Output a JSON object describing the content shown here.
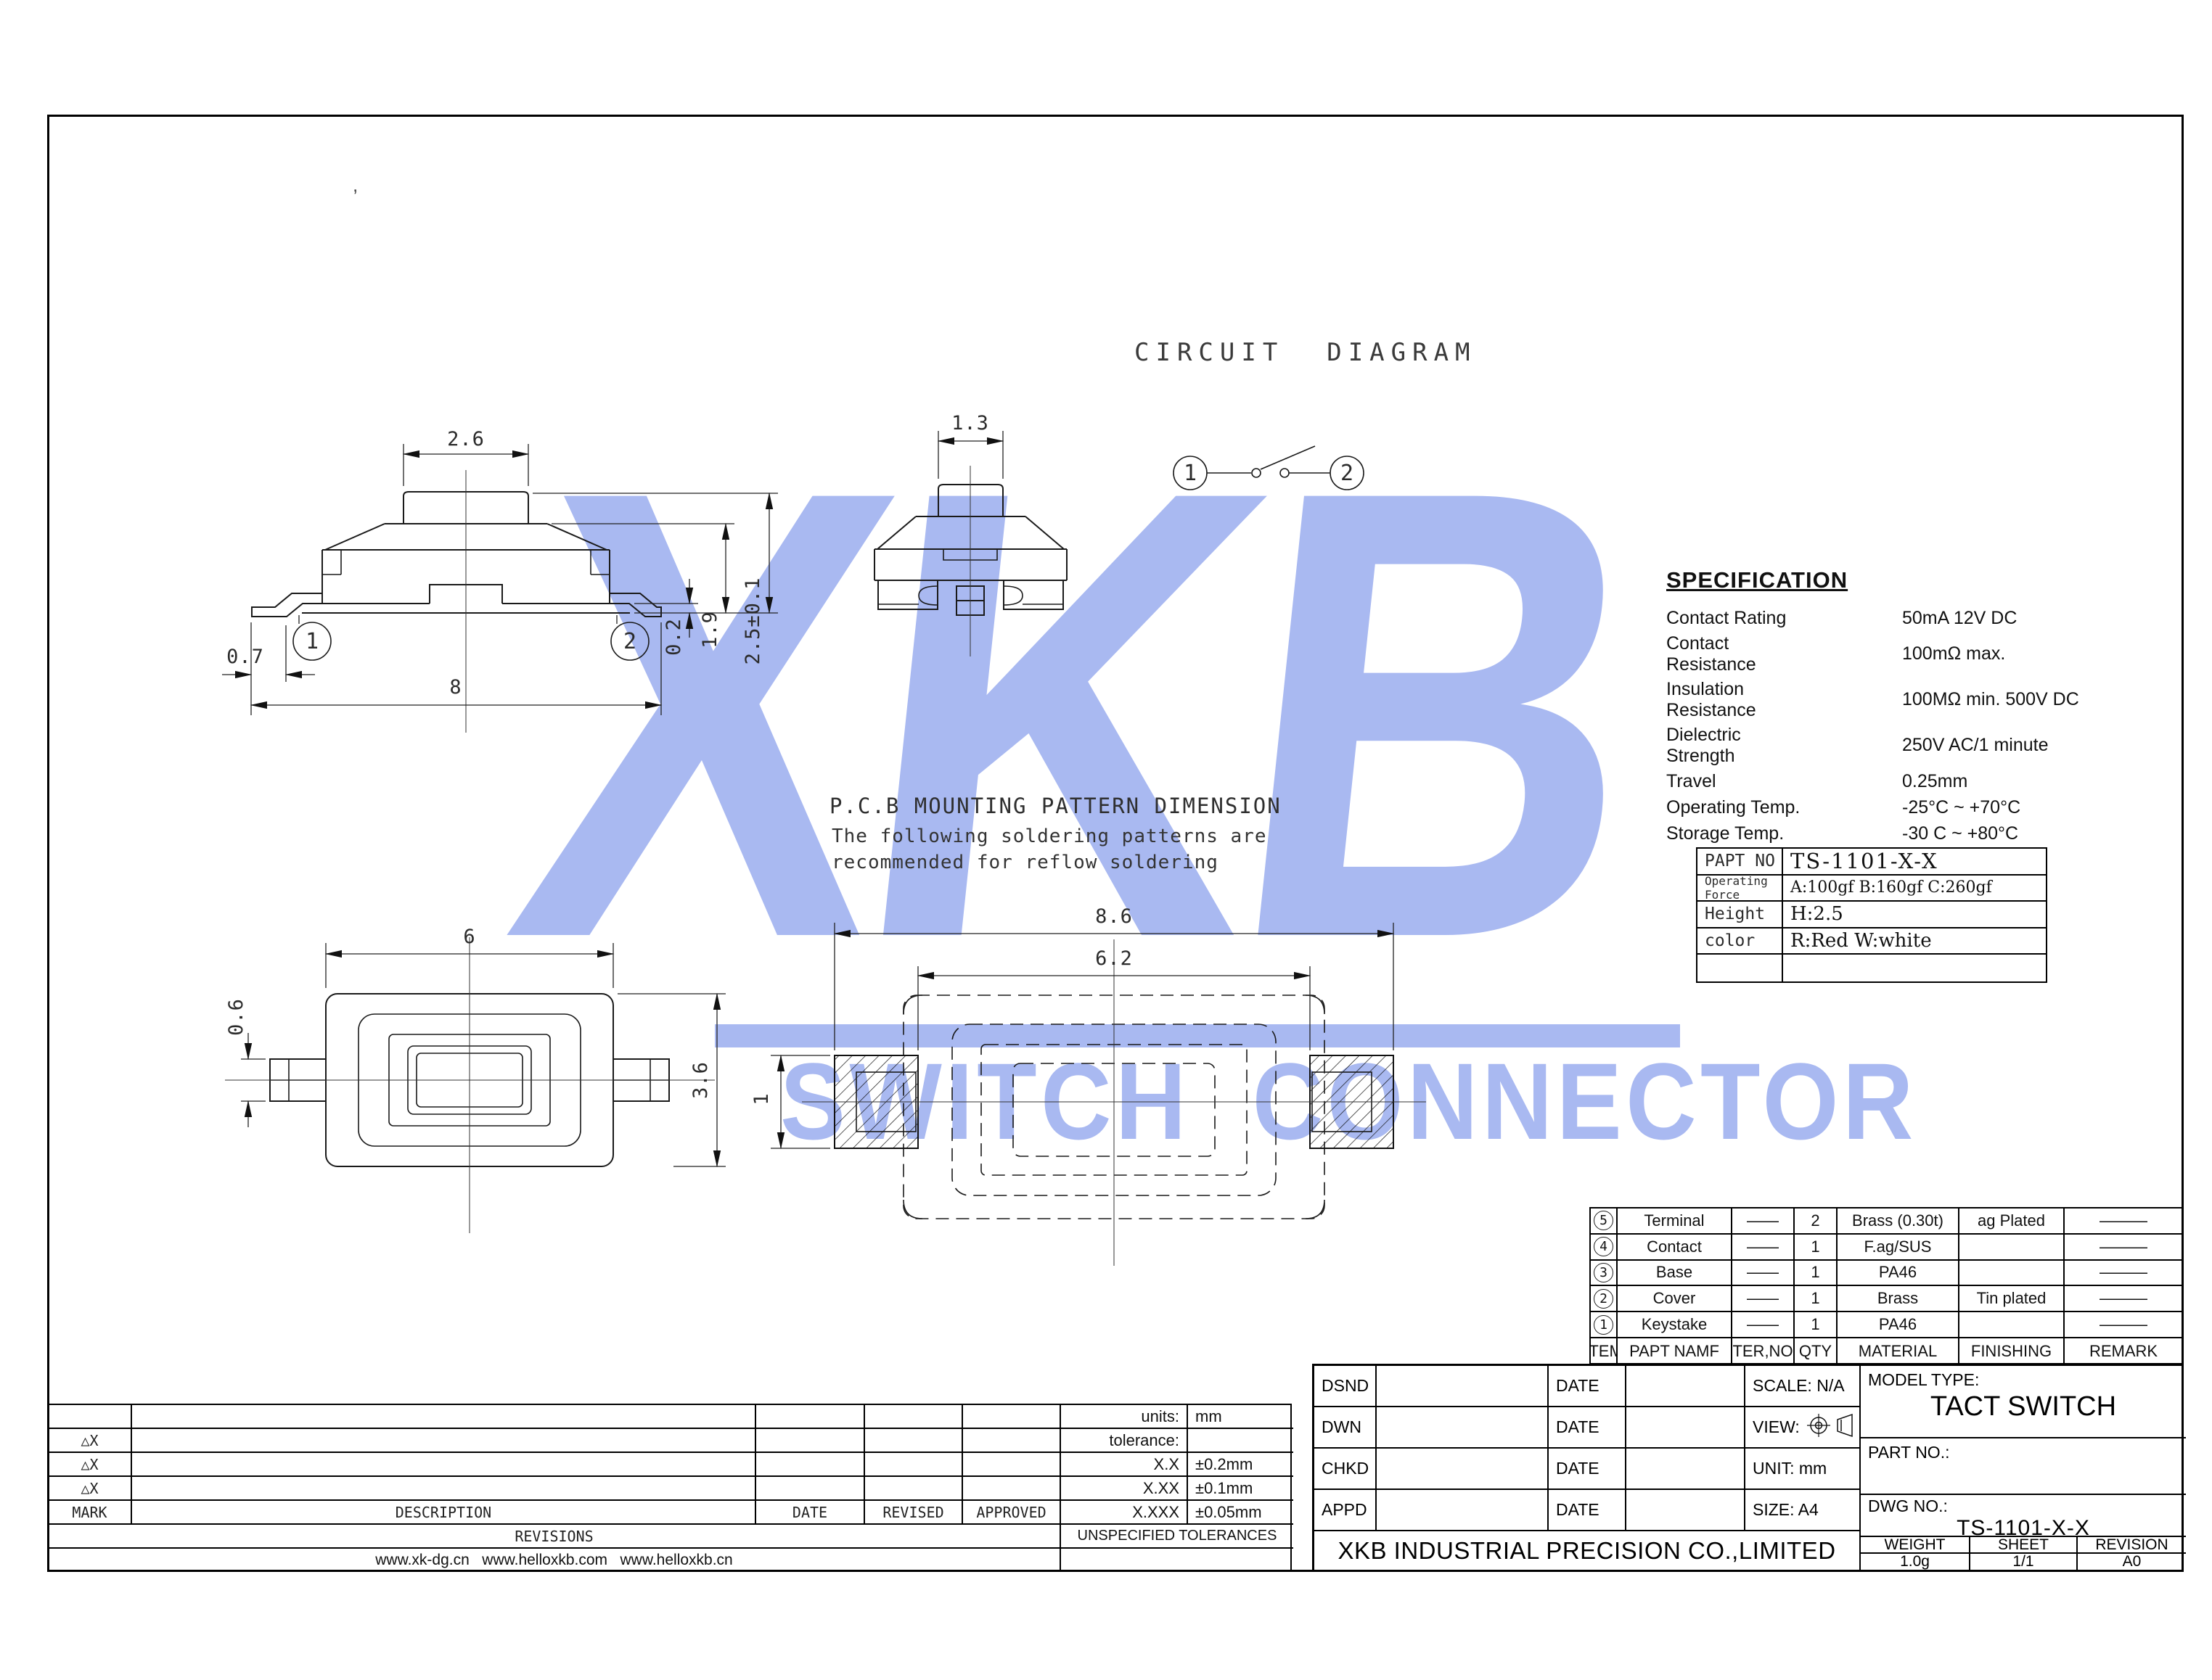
{
  "watermark": {
    "word": "XKB",
    "subtitle": "SWITCH  CONNECTOR",
    "color": "#a9b9f1"
  },
  "stray_mark": ",",
  "circuit": {
    "title": "CIRCUIT  DIAGRAM",
    "t1": "1",
    "t2": "2"
  },
  "pcb_note": {
    "title": "P.C.B MOUNTING PATTERN DIMENSION",
    "line1": "The following soldering patterns are",
    "line2": "recommended for reflow soldering"
  },
  "dims": {
    "plunger_width": "2.6",
    "front_plunger_width": "1.3",
    "lead_thickness": "0.2",
    "body_height": "1.9",
    "total_height": "2.5±0.1",
    "overall_width": "8",
    "lead_length": "0.7",
    "callout_1": "1",
    "callout_2": "2",
    "top_width": "6",
    "tab_height": "0.6",
    "top_depth": "3.6",
    "pattern_width": "8.6",
    "pad_span": "6.2",
    "pad_dim": "1"
  },
  "specification": {
    "title": "SPECIFICATION",
    "rows": [
      {
        "label": "Contact Rating",
        "label2": "",
        "value": "50mA  12V DC"
      },
      {
        "label": "Contact",
        "label2": "Resistance",
        "value": "100mΩ max."
      },
      {
        "label": "Insulation",
        "label2": "Resistance",
        "value": "100MΩ min. 500V DC"
      },
      {
        "label": "Dielectric",
        "label2": "Strength",
        "value": "250V AC/1 minute"
      },
      {
        "label": "Travel",
        "label2": "",
        "value": "0.25mm"
      },
      {
        "label": "Operating Temp.",
        "label2": "",
        "value": "-25°C ~ +70°C"
      },
      {
        "label": "Storage Temp.",
        "label2": "",
        "value": "-30 C ~ +80°C"
      }
    ]
  },
  "part_table": {
    "rows": [
      {
        "label": "PAPT NO",
        "value": "TS-1101-X-X"
      },
      {
        "label": "Operating Force",
        "value": "A:100gf B:160gf  C:260gf"
      },
      {
        "label": "Height",
        "value": "H:2.5"
      },
      {
        "label": "color",
        "value": "R:Red W:white"
      },
      {
        "label": "",
        "value": ""
      }
    ]
  },
  "bom": {
    "headers": [
      "ITEM",
      "PAPT NAMF",
      "TER,NO",
      "QTY",
      "MATERIAL",
      "FINISHING",
      "REMARK"
    ],
    "rows": [
      {
        "item": "5",
        "name": "Terminal",
        "ter": "——",
        "qty": "2",
        "material": "Brass (0.30t)",
        "finishing": "ag Plated",
        "remark": "———"
      },
      {
        "item": "4",
        "name": "Contact",
        "ter": "——",
        "qty": "1",
        "material": "F.ag/SUS",
        "finishing": "",
        "remark": "———"
      },
      {
        "item": "3",
        "name": "Base",
        "ter": "——",
        "qty": "1",
        "material": "PA46",
        "finishing": "",
        "remark": "———"
      },
      {
        "item": "2",
        "name": "Cover",
        "ter": "——",
        "qty": "1",
        "material": "Brass",
        "finishing": "Tin plated",
        "remark": "———"
      },
      {
        "item": "1",
        "name": "Keystake",
        "ter": "——",
        "qty": "1",
        "material": "PA46",
        "finishing": "",
        "remark": "———"
      }
    ]
  },
  "title_block": {
    "approvals": [
      {
        "label": "DSND",
        "date_label": "DATE",
        "info": "SCALE: N/A"
      },
      {
        "label": "DWN",
        "date_label": "DATE",
        "info": "VIEW:"
      },
      {
        "label": "CHKD",
        "date_label": "DATE",
        "info": "UNIT: mm"
      },
      {
        "label": "APPD",
        "date_label": "DATE",
        "info": "SIZE: A4"
      }
    ],
    "company": "XKB INDUSTRIAL PRECISION CO.,LIMITED",
    "model_type_label": "MODEL TYPE:",
    "model_type": "TACT SWITCH",
    "part_no_label": "PART NO.:",
    "dwg_no_label": "DWG NO.:",
    "dwg_no": "TS-1101-X-X",
    "weight_label": "WEIGHT",
    "weight": "1.0g",
    "sheet_label": "SHEET",
    "sheet": "1/1",
    "revision_label": "REVISION",
    "revision": "A0"
  },
  "revisions": {
    "mark_rows": [
      "△X",
      "△X",
      "△X"
    ],
    "headers": [
      "MARK",
      "DESCRIPTION",
      "DATE",
      "REVISED",
      "APPROVED"
    ],
    "footer": "REVISIONS",
    "tolerances": {
      "units_label": "units:",
      "units": "mm",
      "tol_label": "tolerance:",
      "rows": [
        {
          "digits": "X.X",
          "tol": "±0.2mm"
        },
        {
          "digits": "X.XX",
          "tol": "±0.1mm"
        },
        {
          "digits": "X.XXX",
          "tol": "±0.05mm"
        }
      ],
      "unspecified": "UNSPECIFIED TOLERANCES"
    },
    "websites": "www.xk-dg.cn   www.helloxkb.com   www.helloxkb.cn"
  }
}
